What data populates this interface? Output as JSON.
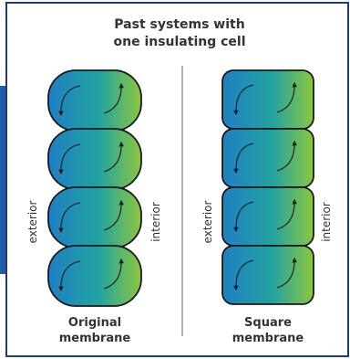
{
  "title": {
    "line1": "Past systems with",
    "line2": "one insulating cell"
  },
  "left_panel": {
    "caption_line1": "Original",
    "caption_line2": "membrane",
    "side_left": "exterior",
    "side_right": "interior",
    "cell_count": 4,
    "shape": "rounded"
  },
  "right_panel": {
    "caption_line1": "Square",
    "caption_line2": "membrane",
    "side_left": "exterior",
    "side_right": "interior",
    "cell_count": 4,
    "shape": "square"
  },
  "colors": {
    "frame": "#1f3d73",
    "accent_bar": "#1f5ea8",
    "gradient_start": "#1f7fc4",
    "gradient_mid": "#23a3a0",
    "gradient_end": "#8cc63f",
    "divider": "#9a9a9a",
    "cell_stroke": "#1a1a1a",
    "text": "#333333"
  }
}
